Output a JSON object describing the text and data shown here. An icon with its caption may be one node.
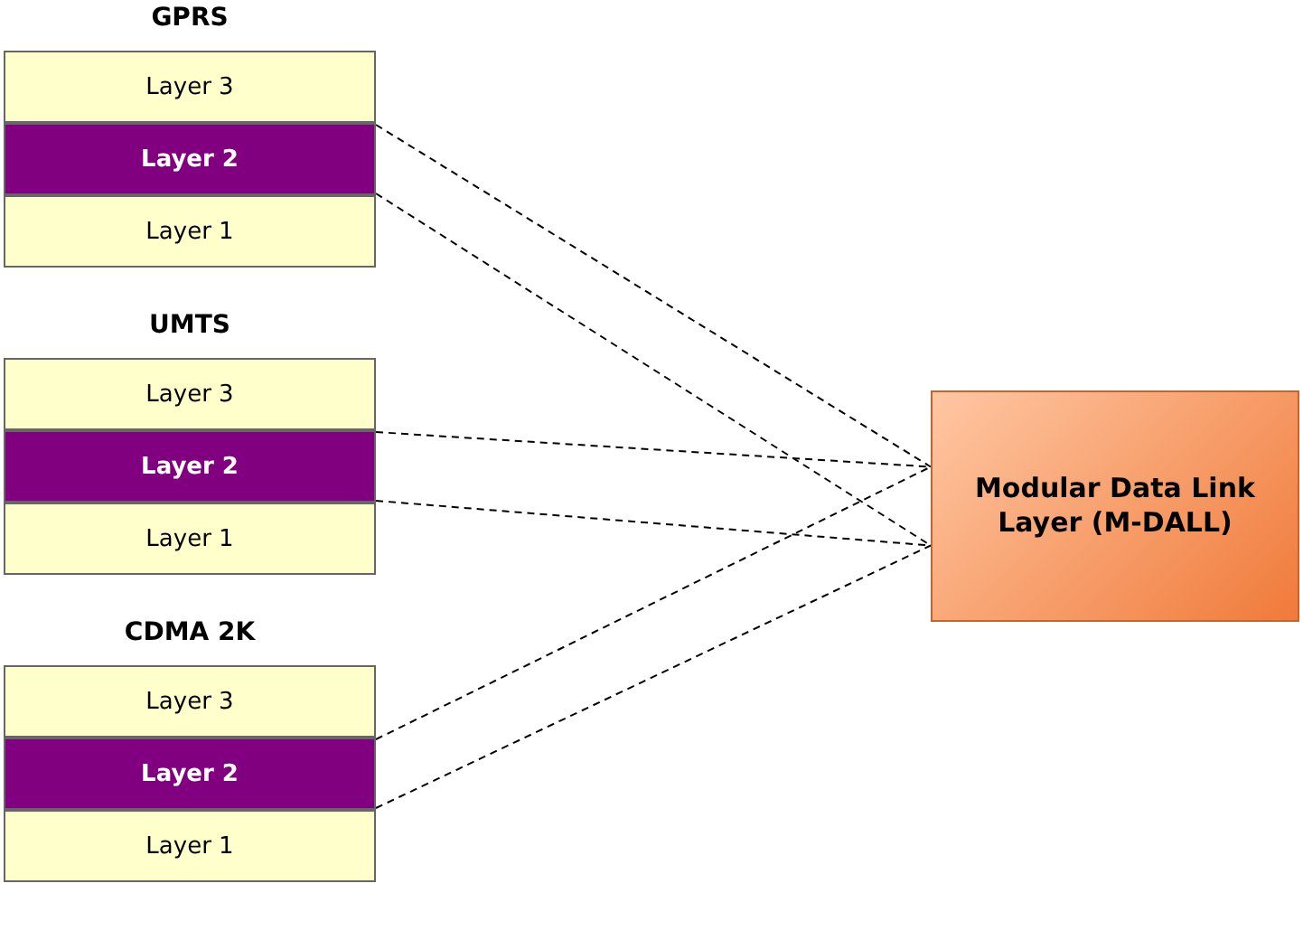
{
  "diagram": {
    "nodes": [
      {
        "text": [
          "GPRS"
        ]
      },
      {
        "text": [
          "Layer 3"
        ],
        "in": 0
      },
      {
        "text": [
          "Layer 2"
        ],
        "in": 0
      },
      {
        "text": [
          "Layer 1"
        ],
        "in": 0
      },
      {
        "text": [
          "UMTS"
        ]
      },
      {
        "text": [
          "Layer 3"
        ],
        "in": 4
      },
      {
        "text": [
          "Layer 2"
        ],
        "in": 4
      },
      {
        "text": [
          "Layer 1"
        ],
        "in": 4
      },
      {
        "text": [
          "CDMA 2K"
        ]
      },
      {
        "text": [
          "Layer 3"
        ],
        "in": 8
      },
      {
        "text": [
          "Layer 2"
        ],
        "in": 8
      },
      {
        "text": [
          "Layer 1"
        ],
        "in": 8
      },
      {
        "text": [
          "Modular Data Link Layer (M-DALL)"
        ]
      }
    ],
    "edges": [
      {
        "from": 2,
        "to": 12,
        "arrow": "none",
        "style": "dashed"
      },
      {
        "from": 2,
        "to": 12,
        "arrow": "none",
        "style": "dashed"
      },
      {
        "from": 6,
        "to": 12,
        "arrow": "none",
        "style": "dashed"
      },
      {
        "from": 6,
        "to": 12,
        "arrow": "none",
        "style": "dashed"
      },
      {
        "from": 10,
        "to": 12,
        "arrow": "none",
        "style": "dashed"
      },
      {
        "from": 10,
        "to": 12,
        "arrow": "none",
        "style": "dashed"
      }
    ]
  }
}
